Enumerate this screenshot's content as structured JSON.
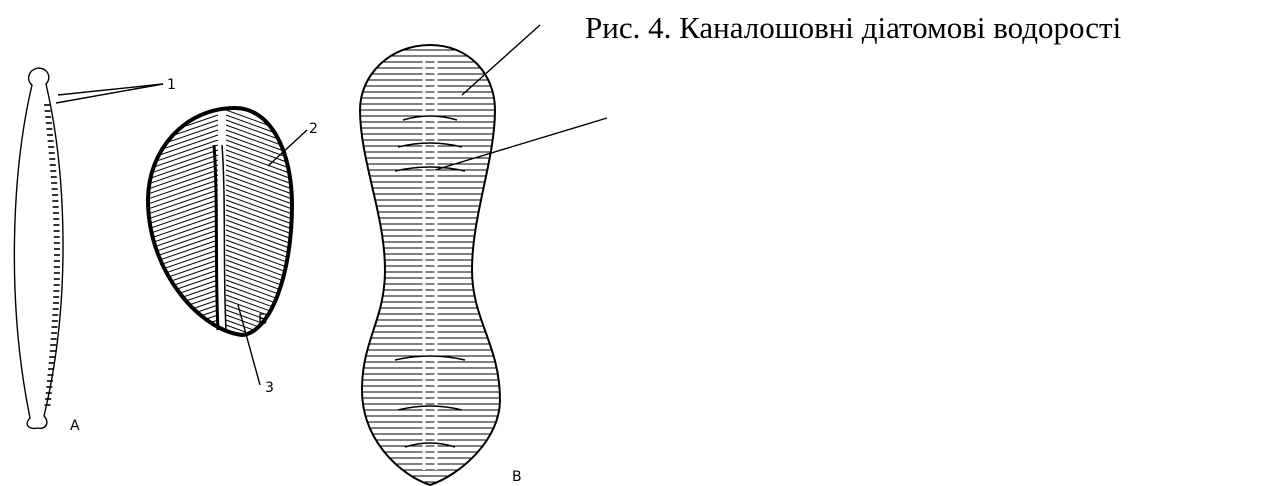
{
  "caption": {
    "prefix": "Рис.",
    "number": "4.",
    "title_word1": "Каналошовні",
    "title_word2": "діатомові",
    "title_word3": "водорості"
  },
  "labels": {
    "callout_1": "1",
    "callout_2": "2",
    "callout_3": "3",
    "panel_a": "А",
    "panel_b": "Б",
    "panel_c": "В"
  }
}
